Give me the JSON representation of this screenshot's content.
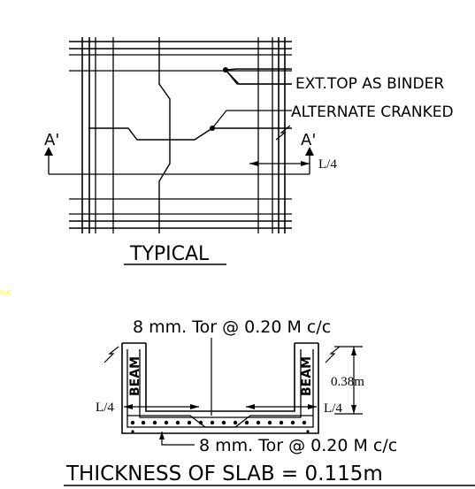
{
  "plan": {
    "label_ext_top": "EXT.TOP AS BINDER",
    "label_alt_cranked": "ALTERNATE CRANKED",
    "section_mark_left": "A'",
    "section_mark_right": "A'",
    "dim_plan": "L/4",
    "title": "TYPICAL"
  },
  "faint_text": "c.c",
  "section": {
    "top_bar_label": "8 mm. Tor @ 0.20 M c/c",
    "bottom_bar_label": "8 mm. Tor @ 0.20 M c/c",
    "beam_left": "BEAM",
    "beam_right": "BEAM",
    "dim_height": "0.38m",
    "dim_left": "L/4",
    "dim_right": "L/4",
    "thickness_label": "THICKNESS OF SLAB = 0.115m"
  },
  "colors": {
    "line": "#000000",
    "faint_text": "#ffff00",
    "background": "#ffffff"
  }
}
